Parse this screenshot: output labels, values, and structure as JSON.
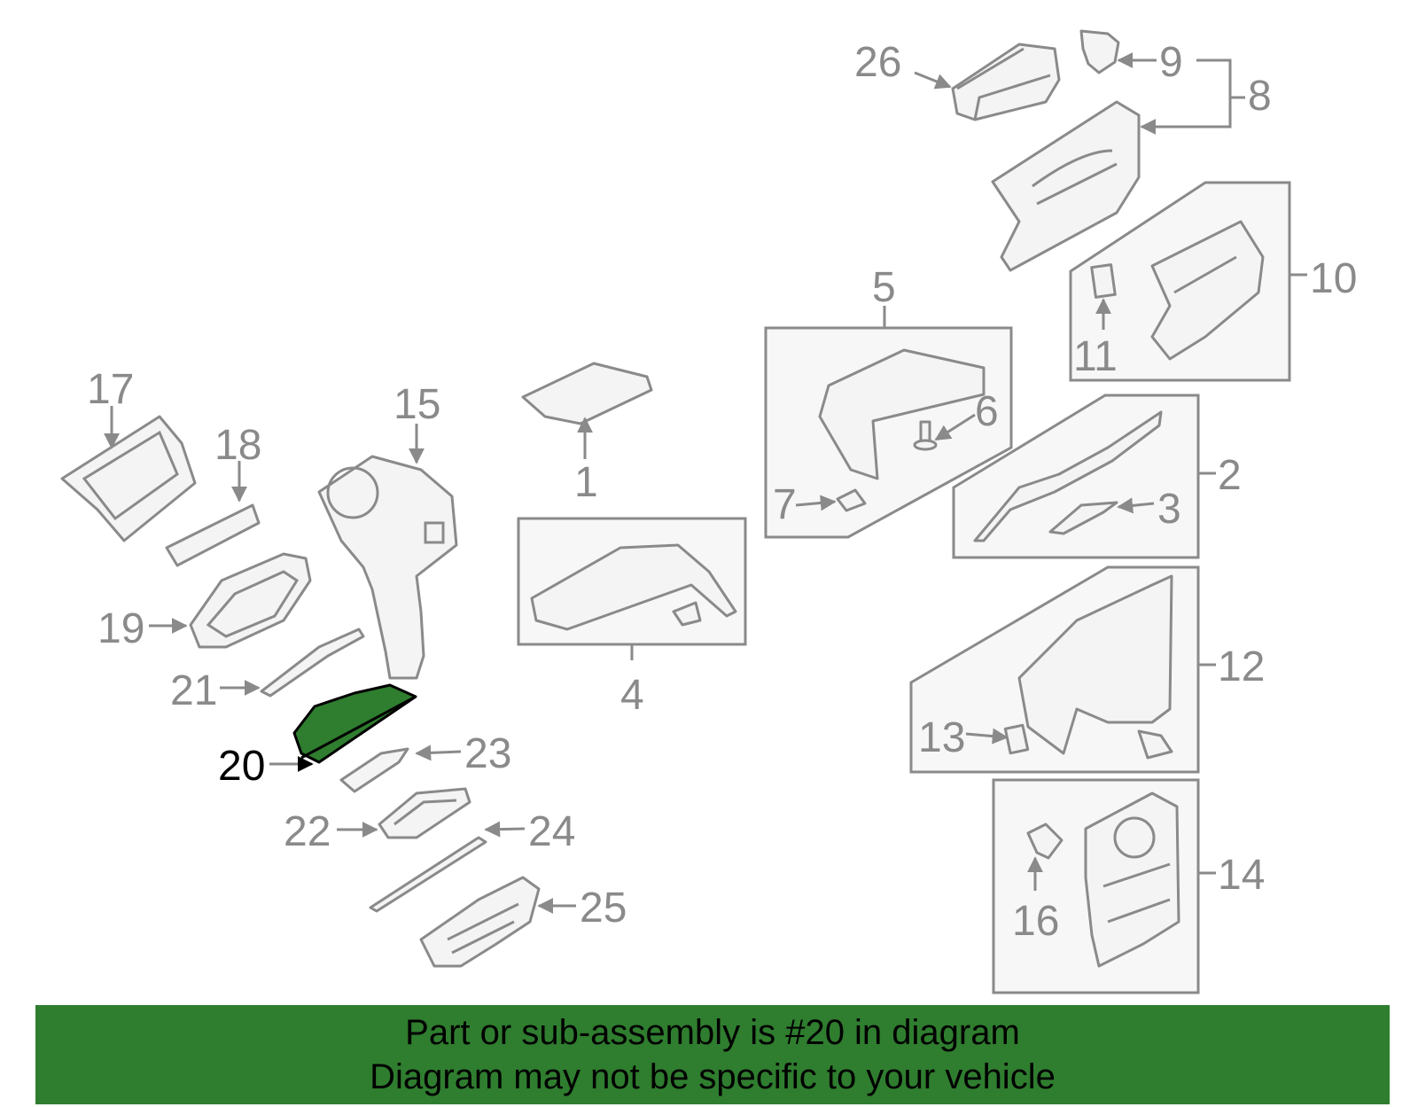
{
  "callouts": {
    "c1": "1",
    "c2": "2",
    "c3": "3",
    "c4": "4",
    "c5": "5",
    "c6": "6",
    "c7": "7",
    "c8": "8",
    "c9": "9",
    "c10": "10",
    "c11": "11",
    "c12": "12",
    "c13": "13",
    "c14": "14",
    "c15": "15",
    "c16": "16",
    "c17": "17",
    "c18": "18",
    "c19": "19",
    "c20": "20",
    "c21": "21",
    "c22": "22",
    "c23": "23",
    "c24": "24",
    "c25": "25",
    "c26": "26"
  },
  "highlight": {
    "callout": "20",
    "color": "#2f7d2f"
  },
  "banner": {
    "line1": "Part or sub-assembly is #20 in diagram",
    "line2": "Diagram may not be specific to your vehicle",
    "color": "#2f7d2f"
  }
}
